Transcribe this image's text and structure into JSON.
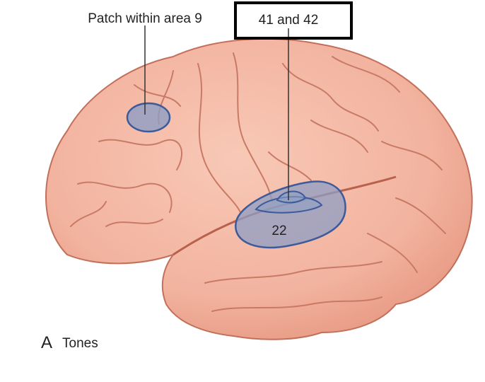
{
  "labels": {
    "patch": "Patch within area 9",
    "area_41_42": "41 and 42",
    "area_22": "22",
    "panel_letter": "A",
    "panel_title": "Tones"
  },
  "colors": {
    "brain_fill": "#f2b39f",
    "brain_stroke": "#c2705a",
    "sulcus": "#b8614c",
    "region_fill": "#8e9ec4",
    "region_stroke": "#3d5a9a",
    "leader_line": "#333333",
    "highlight_box": "#000000"
  }
}
